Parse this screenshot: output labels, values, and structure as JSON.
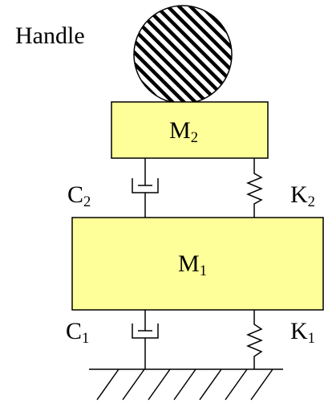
{
  "handle": {
    "label": "Handle"
  },
  "masses": {
    "m2": {
      "main": "M",
      "sub": "2"
    },
    "m1": {
      "main": "M",
      "sub": "1"
    }
  },
  "dampers": {
    "c2": {
      "main": "C",
      "sub": "2"
    },
    "c1": {
      "main": "C",
      "sub": "1"
    }
  },
  "springs": {
    "k2": {
      "main": "K",
      "sub": "2"
    },
    "k1": {
      "main": "K",
      "sub": "1"
    }
  },
  "colors": {
    "mass_fill": "#ffff99",
    "stroke": "#000000",
    "background": "#ffffff"
  },
  "icons": {
    "handle": "hatched-circle",
    "damper": "dashpot",
    "spring": "zigzag-spring",
    "ground": "hatched-ground"
  }
}
